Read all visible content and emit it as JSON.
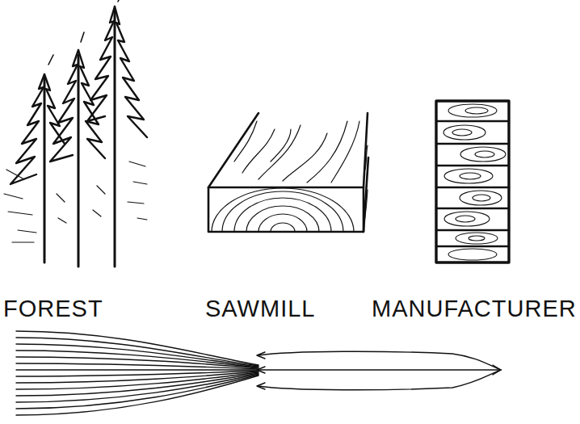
{
  "diagram": {
    "labels": [
      "FOREST",
      "SAWMILL",
      "MANUFACTURER"
    ]
  }
}
